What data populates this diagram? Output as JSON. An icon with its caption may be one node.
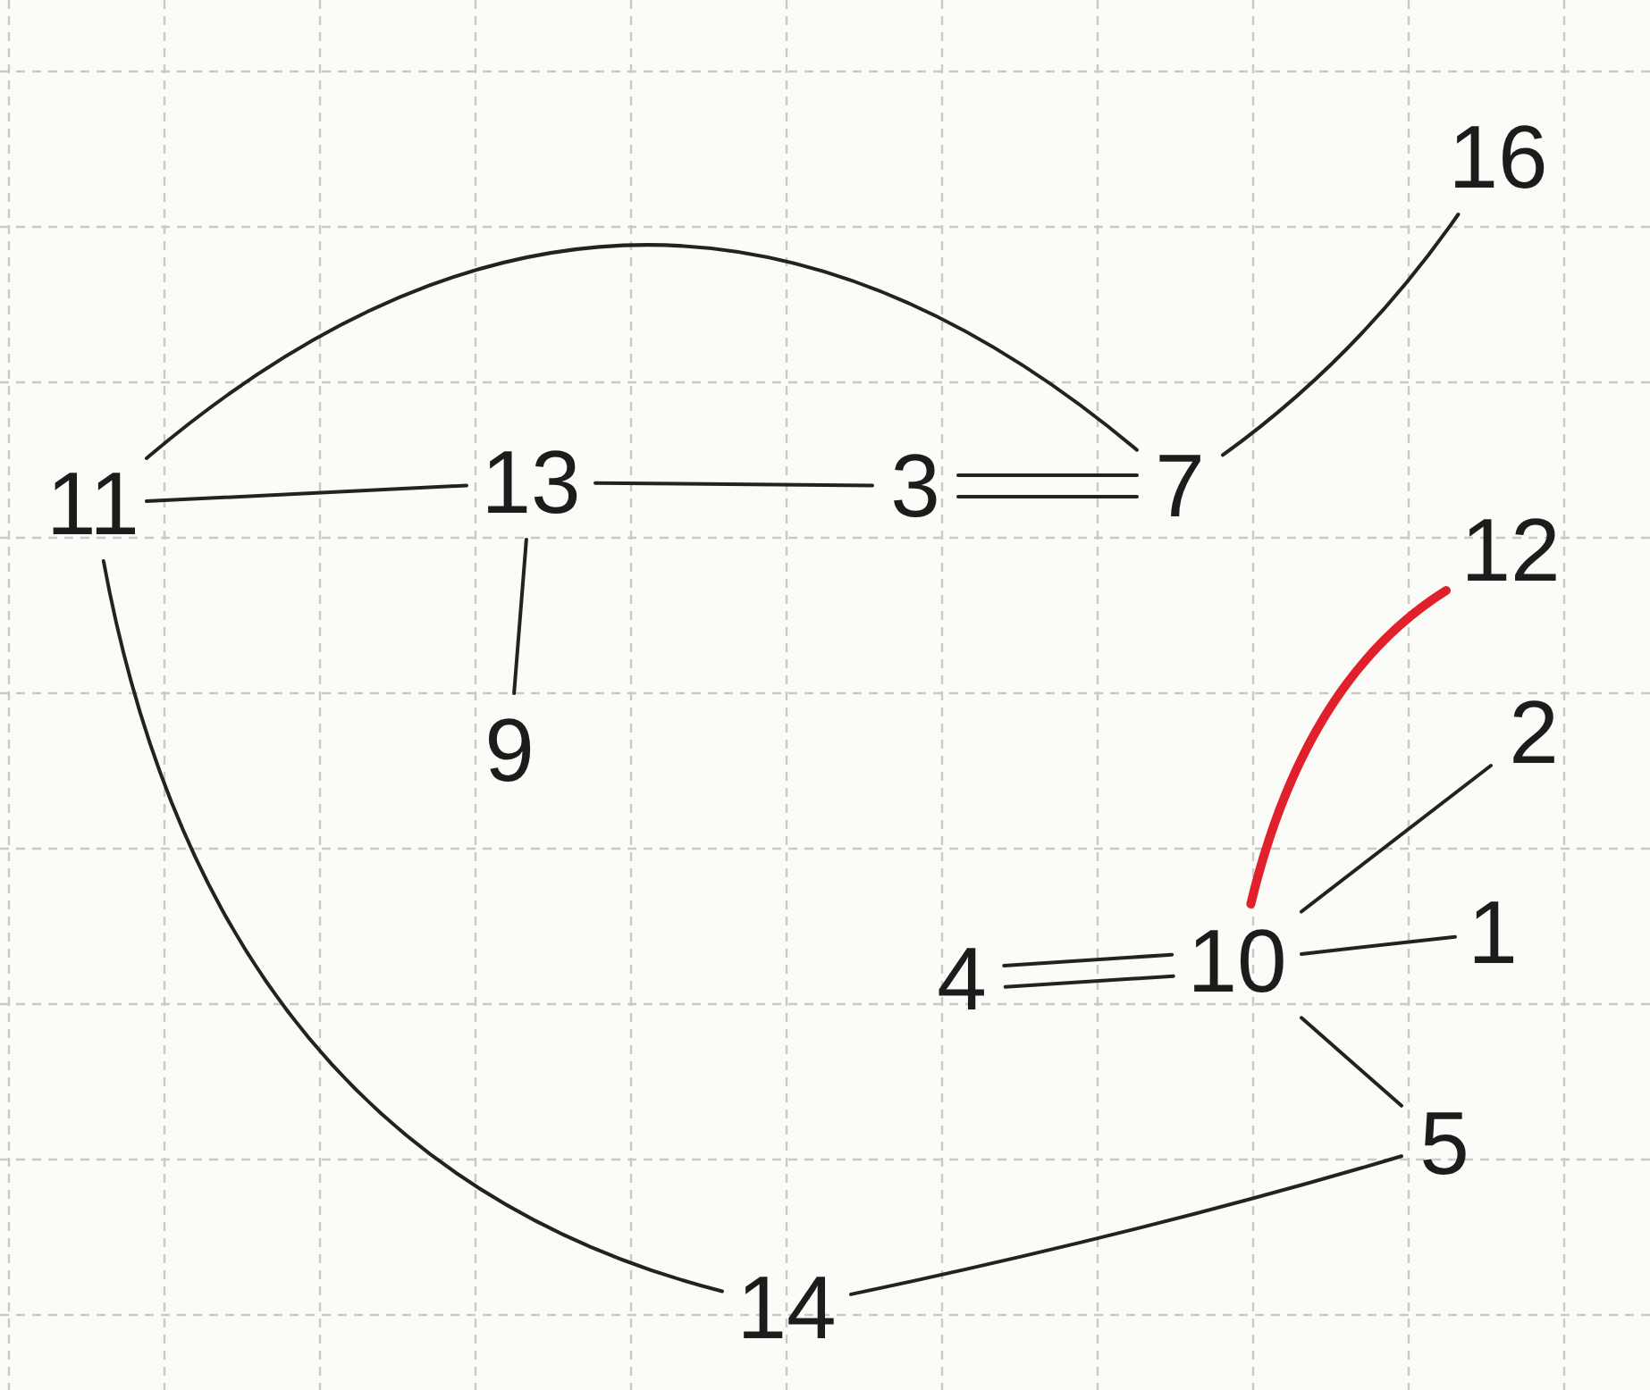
{
  "diagram": {
    "nodes": [
      {
        "text": [
          "11"
        ]
      },
      {
        "text": [
          "13"
        ]
      },
      {
        "text": [
          "3"
        ]
      },
      {
        "text": [
          "7"
        ]
      },
      {
        "text": [
          "16"
        ]
      },
      {
        "text": [
          "9"
        ]
      },
      {
        "text": [
          "12"
        ]
      },
      {
        "text": [
          "2"
        ]
      },
      {
        "text": [
          "4"
        ]
      },
      {
        "text": [
          "10"
        ]
      },
      {
        "text": [
          "1"
        ]
      },
      {
        "text": [
          "5"
        ]
      },
      {
        "text": [
          "14"
        ]
      }
    ],
    "edges": [
      {
        "from": 0,
        "to": 1,
        "arrow": "none"
      },
      {
        "from": 1,
        "to": 2,
        "arrow": "none"
      },
      {
        "from": 2,
        "to": 3,
        "arrow": "none"
      },
      {
        "from": 2,
        "to": 3,
        "arrow": "none"
      },
      {
        "from": 0,
        "to": 3,
        "arrow": "none"
      },
      {
        "from": 4,
        "to": 3,
        "arrow": "none"
      },
      {
        "from": 1,
        "to": 5,
        "arrow": "none"
      },
      {
        "from": 6,
        "to": 9,
        "arrow": "none",
        "style": "thick",
        "color": "#e0202a"
      },
      {
        "from": 7,
        "to": 9,
        "arrow": "none"
      },
      {
        "from": 8,
        "to": 9,
        "arrow": "none"
      },
      {
        "from": 8,
        "to": 9,
        "arrow": "none"
      },
      {
        "from": 9,
        "to": 10,
        "arrow": "none"
      },
      {
        "from": 9,
        "to": 11,
        "arrow": "none"
      },
      {
        "from": 11,
        "to": 12,
        "arrow": "none"
      },
      {
        "from": 0,
        "to": 12,
        "arrow": "none"
      }
    ]
  }
}
